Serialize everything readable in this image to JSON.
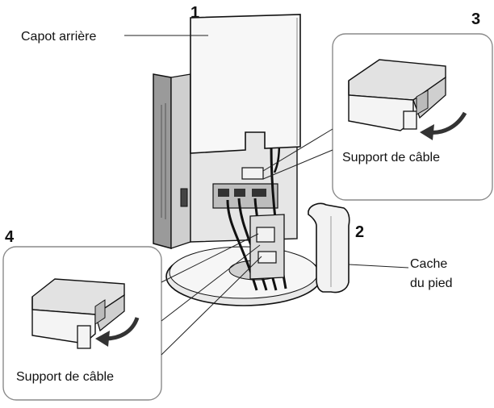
{
  "labels": {
    "rear_cover": "Capot arrière",
    "cable_holder": "Support de câble",
    "stand_cover_line1": "Cache",
    "stand_cover_line2": "du pied"
  },
  "callouts": {
    "n1": "1",
    "n2": "2",
    "n3": "3",
    "n4": "4"
  },
  "colors": {
    "stroke": "#111111",
    "body_light": "#f2f2f2",
    "body_mid": "#d6d6d6",
    "body_dark": "#9a9a9a",
    "inset_border": "#8a8a8a"
  }
}
